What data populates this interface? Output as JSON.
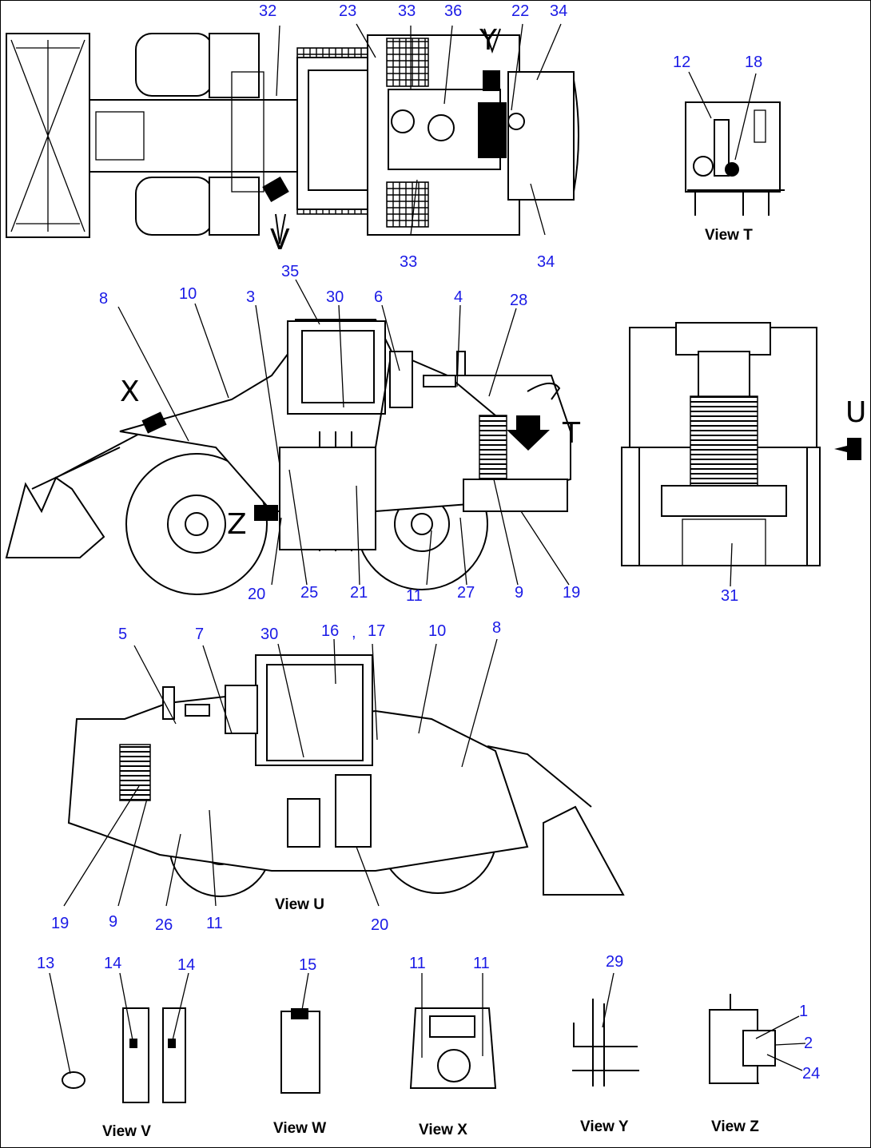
{
  "views": {
    "top": {
      "callouts": [
        "32",
        "23",
        "33",
        "36",
        "22",
        "34",
        "33",
        "34",
        "35"
      ],
      "arrow_letters": [
        "Y",
        "V"
      ]
    },
    "t": {
      "label": "View T",
      "callouts": [
        "12",
        "18"
      ]
    },
    "left_side": {
      "callouts": [
        "8",
        "10",
        "3",
        "30",
        "6",
        "4",
        "28",
        "20",
        "25",
        "21",
        "11",
        "27",
        "9",
        "19"
      ],
      "arrow_letters": [
        "X",
        "Z",
        "T"
      ]
    },
    "rear": {
      "callouts": [
        "31"
      ],
      "arrow_letters": [
        "U"
      ]
    },
    "u": {
      "label": "View U",
      "callouts": [
        "5",
        "7",
        "30",
        "16",
        ",",
        "17",
        "10",
        "8",
        "19",
        "9",
        "26",
        "11",
        "20"
      ]
    },
    "v": {
      "label": "View V",
      "callouts": [
        "13",
        "14",
        "14"
      ]
    },
    "w": {
      "label": "View W",
      "callouts": [
        "15"
      ]
    },
    "x": {
      "label": "View X",
      "callouts": [
        "11",
        "11"
      ]
    },
    "y": {
      "label": "View Y",
      "callouts": [
        "29"
      ]
    },
    "z": {
      "label": "View Z",
      "callouts": [
        "1",
        "2",
        "24"
      ]
    }
  },
  "colors": {
    "callout": "#1a1ae6",
    "linework": "#000000"
  }
}
